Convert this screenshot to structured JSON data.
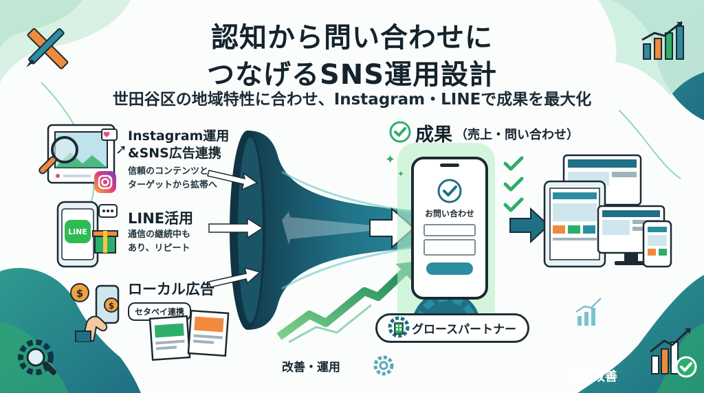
{
  "title_line1": "認知から問い合わせに",
  "title_line2": "つなげるSNS運用設計",
  "subtitle": "世田谷区の地域特性に合わせ、Instagram・LINEで成果を最大化",
  "features": [
    {
      "title_line1": "Instagram運用",
      "title_line2": "&SNS広告連携",
      "desc_line1": "信頼のコンテンツと",
      "desc_line2": "ターゲットから拡帯へ"
    },
    {
      "title_line1": "LINE活用",
      "desc_line1": "通信の継続中も",
      "desc_line2": "あり、リピート",
      "app_label": "LINE"
    },
    {
      "title_line1": "ローカル広告",
      "tag": "セタペイ連携"
    }
  ],
  "result_label": "成果",
  "result_detail": "（売上・問い合わせ）",
  "phone_form_title": "お問い合わせ",
  "partner_label": "グロースパートナー",
  "improve_label": "改善・運用",
  "ops_label": "運用改善",
  "colors": {
    "teal": "#1f6f85",
    "green": "#2fae6b",
    "mint": "#cfeee0",
    "dark": "#14232c"
  }
}
